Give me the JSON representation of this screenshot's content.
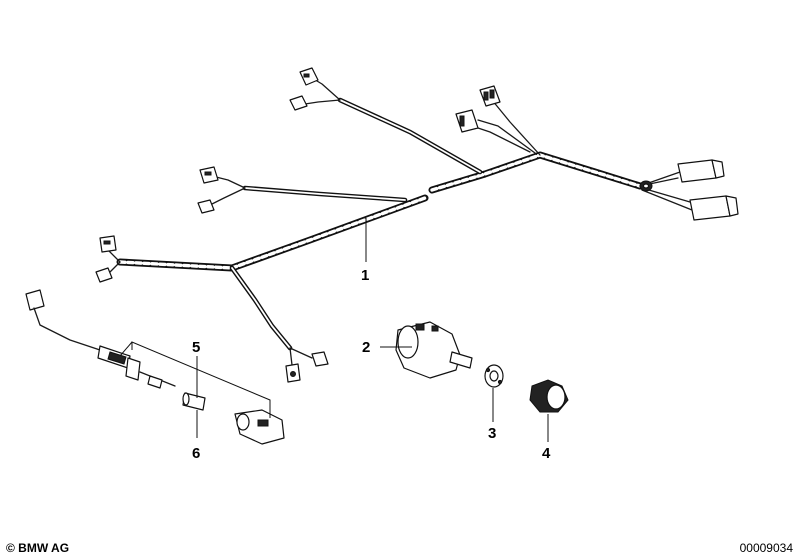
{
  "callouts": {
    "c1": "1",
    "c2": "2",
    "c3": "3",
    "c4": "4",
    "c5": "5",
    "c6": "6"
  },
  "footer": {
    "copyright": "© BMW AG",
    "diagram_number": "00009034"
  }
}
